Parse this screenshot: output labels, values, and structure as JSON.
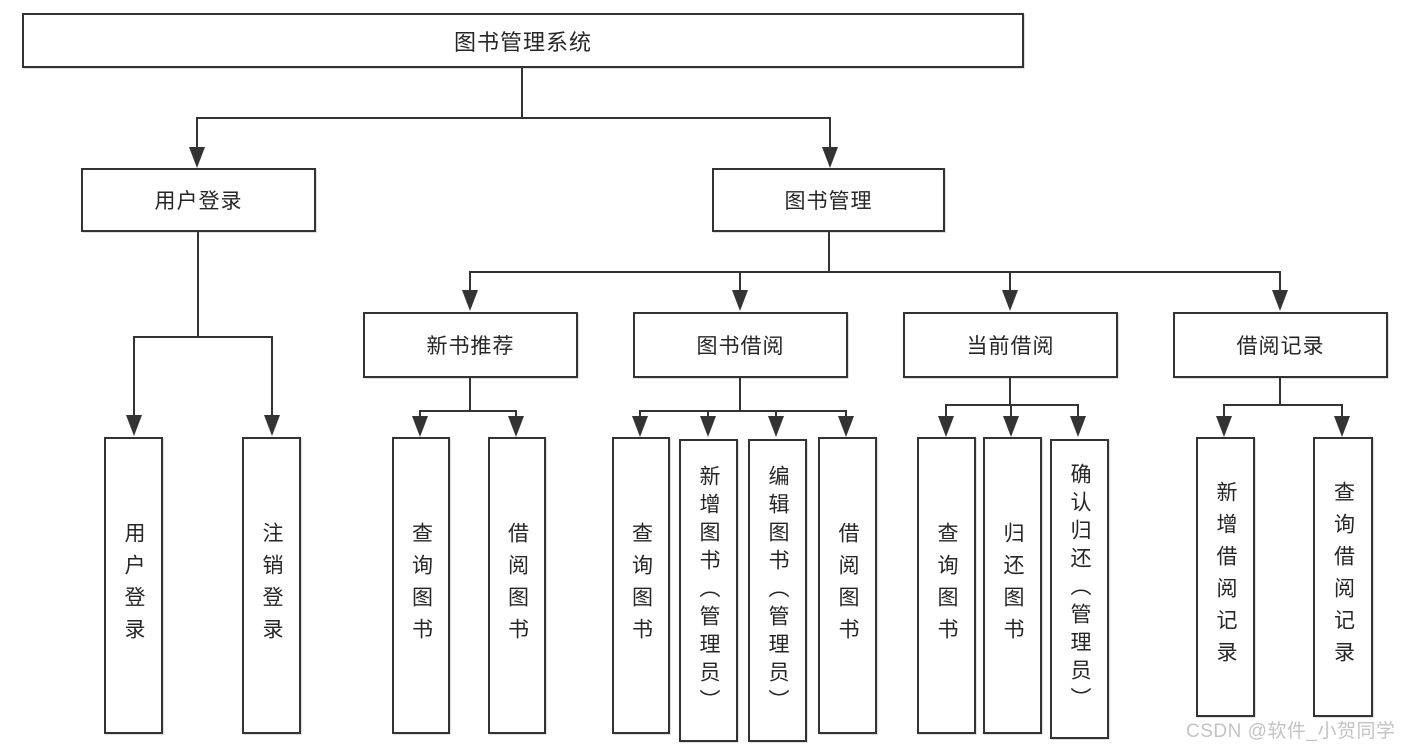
{
  "diagram": {
    "root": {
      "label": "图书管理系统"
    },
    "login": {
      "label": "用户登录",
      "children": [
        "用户登录",
        "注销登录"
      ]
    },
    "management": {
      "label": "图书管理",
      "sections": {
        "new_books": {
          "label": "新书推荐",
          "children": [
            "查询图书",
            "借阅图书"
          ]
        },
        "borrowing": {
          "label": "图书借阅",
          "children": [
            "查询图书",
            "新增图书（管理员）",
            "编辑图书（管理员）",
            "借阅图书"
          ]
        },
        "current": {
          "label": "当前借阅",
          "children": [
            "查询图书",
            "归还图书",
            "确认归还（管理员）"
          ]
        },
        "records": {
          "label": "借阅记录",
          "children": [
            "新增借阅记录",
            "查询借阅记录"
          ]
        }
      }
    }
  },
  "watermark": {
    "text": "CSDN @软件_小贺同学"
  },
  "colors": {
    "line": "#333333",
    "text": "#262626",
    "watermark": "#c3c3c3",
    "background": "#ffffff"
  }
}
